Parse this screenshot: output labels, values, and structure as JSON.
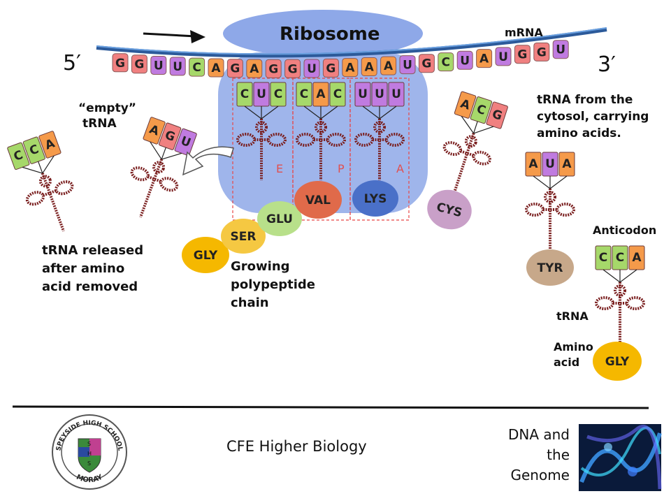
{
  "diagram": {
    "ribosome_label": "Ribosome",
    "mrna_label": "mRNA",
    "five_prime": "5′",
    "three_prime": "3′",
    "mrna_sequence": [
      "G",
      "G",
      "U",
      "U",
      "C",
      "A",
      "G",
      "A",
      "G",
      "G",
      "U",
      "G",
      "A",
      "A",
      "A",
      "U",
      "G",
      "C",
      "U",
      "A",
      "U",
      "G",
      "G",
      "U"
    ],
    "colors": {
      "G": "#f08080",
      "U": "#c07be0",
      "C": "#a6d86a",
      "A": "#f59a4a"
    },
    "site_labels": [
      "E",
      "P",
      "A"
    ],
    "ribosome_trnas": [
      {
        "anticodon": [
          "C",
          "U",
          "C"
        ]
      },
      {
        "anticodon": [
          "C",
          "A",
          "C"
        ]
      },
      {
        "anticodon": [
          "U",
          "U",
          "U"
        ]
      }
    ],
    "chain": [
      {
        "name": "GLY",
        "color": "#f5b800"
      },
      {
        "name": "SER",
        "color": "#f5c842"
      },
      {
        "name": "GLU",
        "color": "#b8e08a"
      },
      {
        "name": "VAL",
        "color": "#e06a4a"
      },
      {
        "name": "LYS",
        "color": "#4a70c8"
      }
    ],
    "empty_label_1": "“empty”",
    "empty_label_2": "tRNA",
    "empty_trna_a": [
      "C",
      "C",
      "A"
    ],
    "empty_trna_b": [
      "A",
      "G",
      "U"
    ],
    "released_label": [
      "tRNA released",
      "after amino",
      "acid removed"
    ],
    "growing_label": [
      "Growing",
      "polypeptide",
      "chain"
    ],
    "cytosol_label": [
      "tRNA from the",
      "cytosol, carrying",
      "amino acids."
    ],
    "cys_trna": {
      "anticodon": [
        "A",
        "C",
        "G"
      ],
      "amino": "CYS",
      "color": "#c9a0c8"
    },
    "tyr_trna": {
      "anticodon": [
        "A",
        "U",
        "A"
      ],
      "amino": "TYR",
      "color": "#c7a88a"
    },
    "gly_trna": {
      "anticodon": [
        "C",
        "C",
        "A"
      ],
      "amino": "GLY",
      "color": "#f5b800"
    },
    "anticodon_label": "Anticodon",
    "trna_label": "tRNA",
    "amino_label": [
      "Amino",
      "acid"
    ]
  },
  "footer": {
    "course": "CFE Higher Biology",
    "topic": [
      "DNA and",
      "the",
      "Genome"
    ],
    "logo_top": "SPEYSIDE HIGH SCHOOL",
    "logo_bottom": "MORAY",
    "logo_letters": [
      "S",
      "H",
      "S"
    ]
  }
}
